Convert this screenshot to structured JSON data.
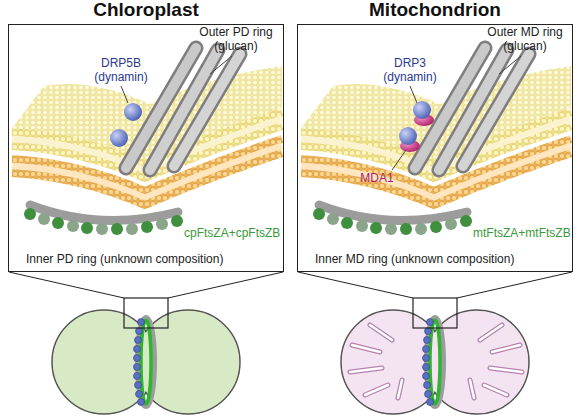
{
  "diagram": {
    "nodes": [
      {
        "text": [
          "Chloroplast"
        ]
      },
      {
        "text": [
          "Mitochondrion"
        ]
      }
    ],
    "labels": [
      "Outer PD ring (glucan)",
      "DRP5B (dynamin)",
      "cpFtsZA+cpFtsZB",
      "Inner PD ring (unknown composition)",
      "Outer MD ring (glucan)",
      "DRP3 (dynamin)",
      "MDA1",
      "mtFtsZA+mtFtsZB",
      "Inner MD ring (unknown composition)"
    ]
  }
}
